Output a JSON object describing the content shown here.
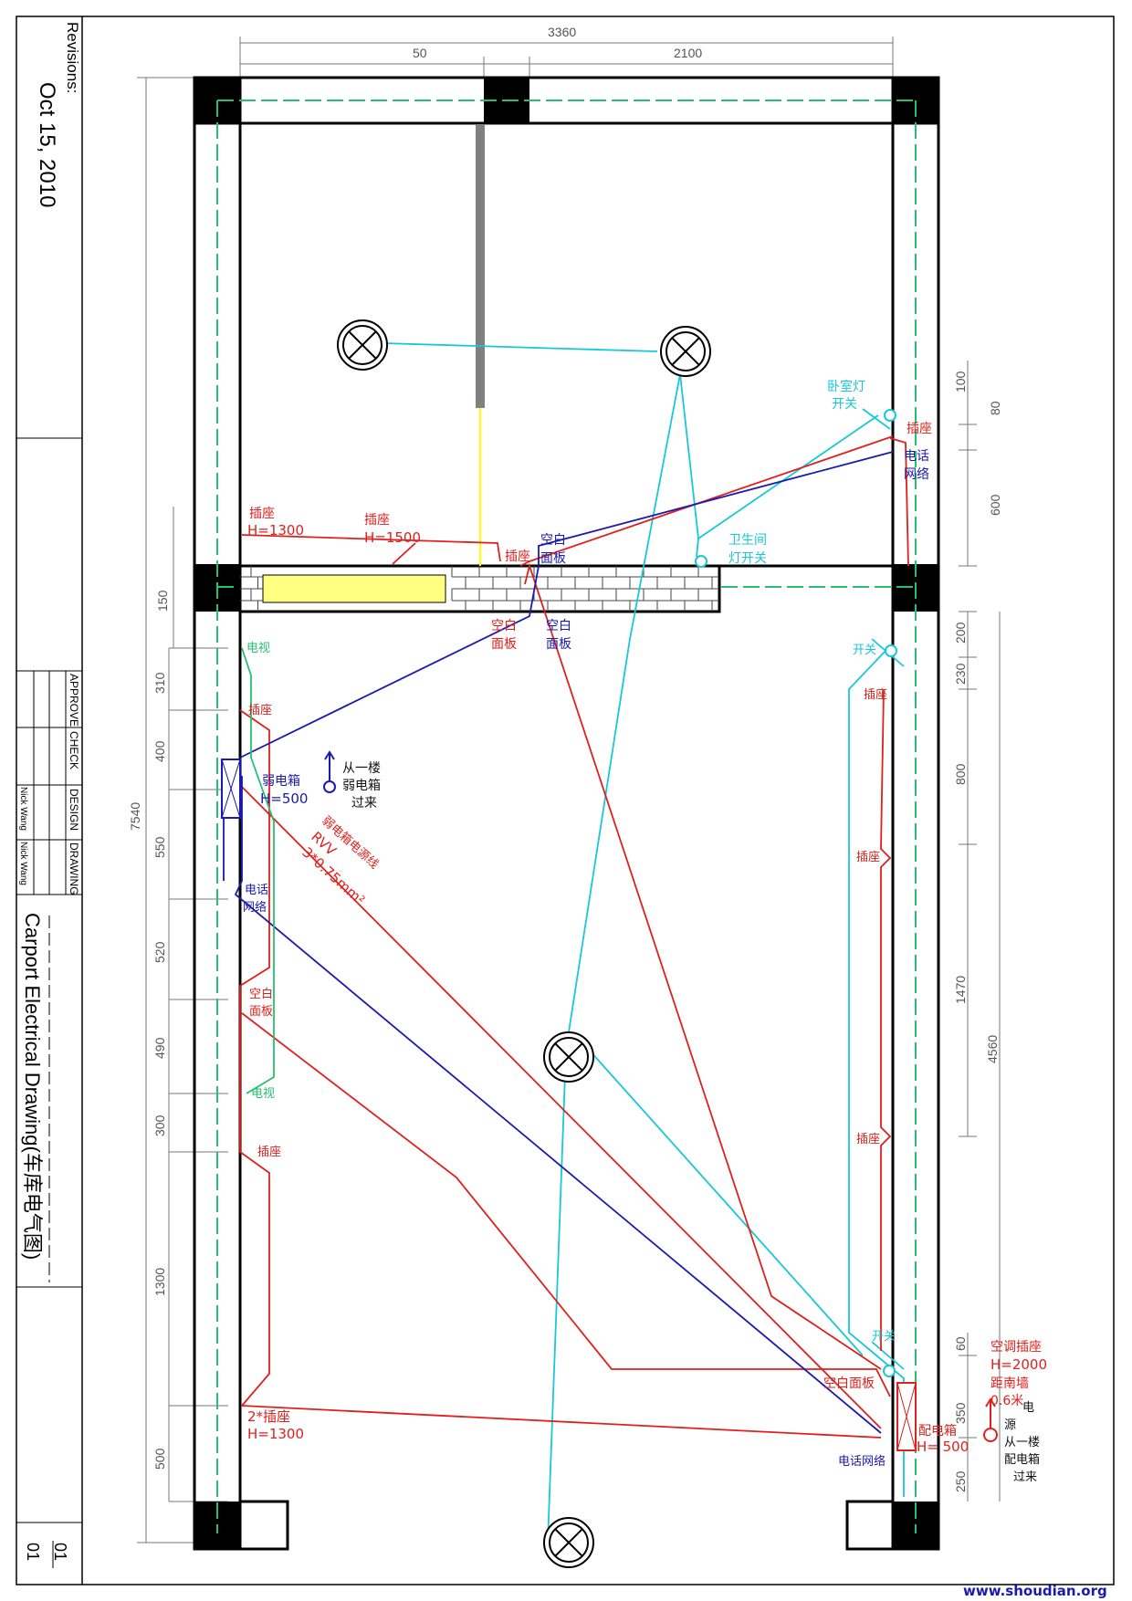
{
  "title_block": {
    "revisions_label": "Revisions:",
    "date": "Oct 15, 2010",
    "approve": "APPROVE",
    "check": "CHECK",
    "design": "DESIGN",
    "drawing": "DRAWING",
    "designer": "Nick Wang",
    "drawer": "Nick Wang",
    "drawing_title": "Carport Electrical Drawing(车库电气图)",
    "sheet_num": "01",
    "sheet_total": "01"
  },
  "watermark": "www.shoudian.org",
  "dimensions": {
    "top_total": "3360",
    "top_left": "50",
    "top_right": "2100",
    "left_total": "7540",
    "left_150": "150",
    "left_segments": [
      "310",
      "400",
      "550",
      "520",
      "490",
      "300",
      "1300",
      "500"
    ],
    "right_upper": [
      "100",
      "80",
      "600"
    ],
    "right_lower": [
      "200",
      "230",
      "800",
      "1470"
    ],
    "right_total": "4560",
    "right_bottom": [
      "60",
      "350",
      "250"
    ]
  },
  "labels": {
    "bedroom_switch_1": "卧室灯",
    "bedroom_switch_2": "开关",
    "socket_top_right": "插座",
    "phone_net_tr_1": "电话",
    "phone_net_tr_2": "网络",
    "socket_1300": "插座",
    "h1300": "H=1300",
    "socket_1500": "插座",
    "h1500": "H=1500",
    "socket_mid": "插座",
    "blank_panel_blue_1": "空白",
    "blank_panel_blue_2": "面板",
    "bath_switch_1": "卫生间",
    "bath_switch_2": "灯开关",
    "blank_red_1": "空白",
    "blank_red_2": "面板",
    "blank_blue2_1": "空白",
    "blank_blue2_2": "面板",
    "tv_top": "电视",
    "socket_left_1": "插座",
    "weak_box": "弱电箱",
    "weak_h": "H=500",
    "from_floor1_weak_1": "从一楼",
    "from_floor1_weak_2": "弱电箱",
    "from_floor1_weak_3": "过来",
    "power_line_1": "弱电箱电源线",
    "power_line_2": "RVV",
    "power_line_3": "3*0.75mm²",
    "phone_left_1": "电话",
    "phone_left_2": "网络",
    "blank_left_1": "空白",
    "blank_left_2": "面板",
    "tv_bottom": "电视",
    "socket_left_2": "插座",
    "socket_double": "2*插座",
    "h1300_b": "H=1300",
    "switch_right_top": "开关",
    "socket_right_1": "插座",
    "socket_right_2": "插座",
    "socket_right_3": "插座",
    "switch_right_bottom": "开关",
    "blank_right": "空白面板",
    "ac_socket_1": "空调插座",
    "ac_socket_2": "H=2000",
    "ac_socket_3": "距南墙",
    "ac_socket_4": "0.6米",
    "dist_box": "配电箱",
    "dist_h": "H= 500",
    "power_src_1": "电",
    "power_src_2": "源",
    "power_src_3": "从一楼",
    "power_src_4": "配电箱",
    "power_src_5": "过来",
    "phone_bottom": "电话网络"
  },
  "colors": {
    "red": "#e0201c",
    "blue": "#1a1ab0",
    "cyan": "#18c8d8",
    "green": "#26c070",
    "yellow": "#ffff00",
    "grey": "#808080"
  }
}
